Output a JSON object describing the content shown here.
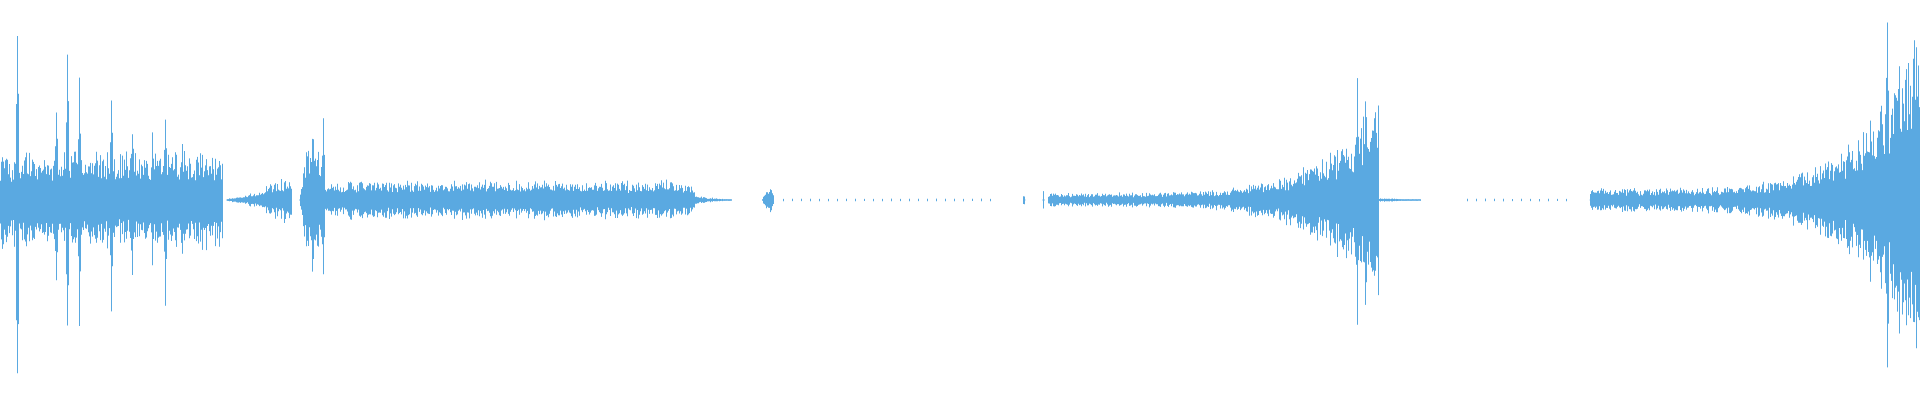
{
  "waveform": {
    "color": "#5aa9e1",
    "background": "#ffffff",
    "channels": 1,
    "segments": [
      {
        "name": "burst-cluster",
        "start": 0.0,
        "end": 0.116,
        "level": 0.4,
        "shape": "spiky",
        "peaks": [
          [
            0.009,
            0.92
          ],
          [
            0.029,
            0.45
          ],
          [
            0.035,
            0.72
          ],
          [
            0.041,
            0.55
          ],
          [
            0.058,
            0.52
          ],
          [
            0.069,
            0.38
          ],
          [
            0.079,
            0.3
          ],
          [
            0.086,
            0.47
          ],
          [
            0.095,
            0.26
          ],
          [
            0.105,
            0.22
          ],
          [
            0.113,
            0.18
          ]
        ]
      },
      {
        "name": "swell-1",
        "start": 0.118,
        "end": 0.152,
        "level": 0.14,
        "shape": "crescendo-spindle"
      },
      {
        "name": "click-1",
        "start": 0.156,
        "end": 0.17,
        "level": 0.34,
        "shape": "spindle",
        "peaks": [
          [
            0.168,
            0.36
          ]
        ]
      },
      {
        "name": "sustained-noise",
        "start": 0.17,
        "end": 0.362,
        "level": 0.09,
        "shape": "plateau"
      },
      {
        "name": "tail-1",
        "start": 0.362,
        "end": 0.381,
        "level": 0.02,
        "shape": "decay"
      },
      {
        "name": "blip",
        "start": 0.397,
        "end": 0.403,
        "level": 0.07,
        "shape": "spindle"
      },
      {
        "name": "near-silence-1",
        "start": 0.405,
        "end": 0.52,
        "level": 0.004,
        "shape": "dotted"
      },
      {
        "name": "tick-1",
        "start": 0.533,
        "end": 0.534,
        "level": 0.02,
        "shape": "tick"
      },
      {
        "name": "tick-2",
        "start": 0.543,
        "end": 0.544,
        "level": 0.04,
        "shape": "tick"
      },
      {
        "name": "swell-2",
        "start": 0.546,
        "end": 0.718,
        "level": 0.48,
        "shape": "crescendo-plateau",
        "peaks": [
          [
            0.707,
            0.55
          ],
          [
            0.711,
            0.46
          ]
        ]
      },
      {
        "name": "tail-2",
        "start": 0.718,
        "end": 0.74,
        "level": 0.01,
        "shape": "decay"
      },
      {
        "name": "near-silence-2",
        "start": 0.76,
        "end": 0.82,
        "level": 0.004,
        "shape": "dotted"
      },
      {
        "name": "swell-3",
        "start": 0.828,
        "end": 1.0,
        "level": 0.78,
        "shape": "crescendo-plateau",
        "peaks": [
          [
            0.983,
            0.9
          ],
          [
            0.989,
            0.62
          ],
          [
            0.995,
            0.55
          ]
        ]
      }
    ]
  }
}
